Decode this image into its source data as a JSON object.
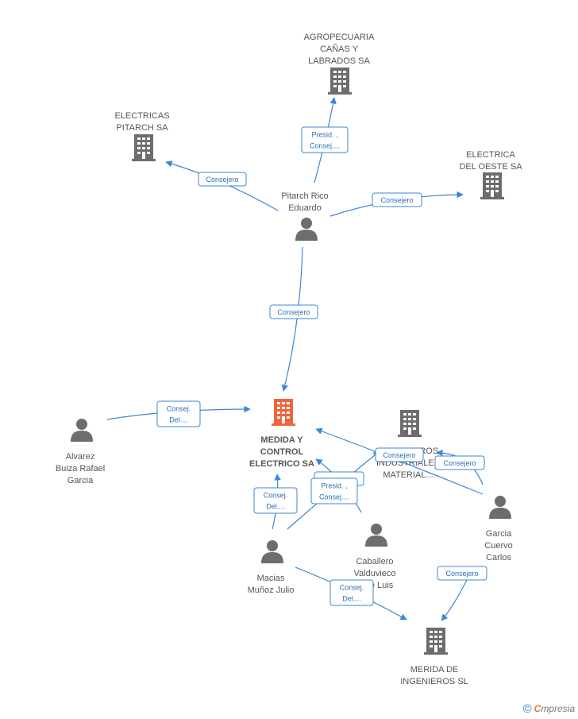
{
  "colors": {
    "edge": "#3b87d6",
    "company": "#6d6d6d",
    "person": "#6d6d6d",
    "main": "#f0643c"
  },
  "nodes": [
    {
      "id": "agro",
      "type": "company",
      "icon": "building-icon",
      "label": [
        "AGROPECUARIA",
        "CAÑAS Y",
        "LABRADOS SA"
      ]
    },
    {
      "id": "pitarch",
      "type": "company",
      "icon": "building-icon",
      "label": [
        "ELECTRICAS",
        "PITARCH SA"
      ]
    },
    {
      "id": "oeste",
      "type": "company",
      "icon": "building-icon",
      "label": [
        "ELECTRICA",
        "DEL OESTE SA"
      ]
    },
    {
      "id": "pitarch_rico",
      "type": "person",
      "icon": "person-icon",
      "label": [
        "Pitarch Rico",
        "Eduardo"
      ]
    },
    {
      "id": "medida",
      "type": "main",
      "icon": "building-icon",
      "label": [
        "MEDIDA Y",
        "CONTROL",
        "ELECTRICO SA"
      ]
    },
    {
      "id": "suministros",
      "type": "company",
      "icon": "building-icon",
      "label": [
        "SUMINISTROS",
        "INDUSTRIALES",
        "MATERIAL..."
      ]
    },
    {
      "id": "alvarez",
      "type": "person",
      "icon": "person-icon",
      "label": [
        "Alvarez",
        "Buiza Rafael",
        "Garcia"
      ]
    },
    {
      "id": "garcia",
      "type": "person",
      "icon": "person-icon",
      "label": [
        "Garcia",
        "Cuervo",
        "Carlos"
      ]
    },
    {
      "id": "caballero",
      "type": "person",
      "icon": "person-icon",
      "label": [
        "Caballero",
        "Valduvieco",
        "Jose Luis"
      ]
    },
    {
      "id": "macias",
      "type": "person",
      "icon": "person-icon",
      "label": [
        "Macias",
        "Muñoz Julio"
      ]
    },
    {
      "id": "merida",
      "type": "company",
      "icon": "building-icon",
      "label": [
        "MERIDA DE",
        "INGENIEROS SL"
      ]
    }
  ],
  "edges": [
    {
      "id": "e1",
      "from": "pitarch_rico",
      "to": "agro",
      "label": [
        "Presid. ,",
        "Consej...."
      ]
    },
    {
      "id": "e2",
      "from": "pitarch_rico",
      "to": "pitarch",
      "label": [
        "Consejero"
      ]
    },
    {
      "id": "e3",
      "from": "pitarch_rico",
      "to": "oeste",
      "label": [
        "Consejero"
      ]
    },
    {
      "id": "e4",
      "from": "pitarch_rico",
      "to": "medida",
      "label": [
        "Consejero"
      ]
    },
    {
      "id": "e5",
      "from": "alvarez",
      "to": "medida",
      "label": [
        "Consej.",
        "Del...."
      ]
    },
    {
      "id": "e6",
      "from": "garcia",
      "to": "medida",
      "label": [
        "Consejero"
      ]
    },
    {
      "id": "e7",
      "from": "garcia",
      "to": "suministros",
      "label": [
        "Consejero"
      ]
    },
    {
      "id": "e8",
      "from": "caballero",
      "to": "medida",
      "label": [
        ""
      ]
    },
    {
      "id": "e9",
      "from": "macias",
      "to": "medida",
      "label": [
        "Consej.",
        "Del...."
      ]
    },
    {
      "id": "e10",
      "from": "macias",
      "to": "suministros",
      "label": [
        "Presid. ,",
        "Consej...."
      ]
    },
    {
      "id": "e11",
      "from": "macias",
      "to": "merida",
      "label": [
        "Consej.",
        "Del...."
      ]
    },
    {
      "id": "e12",
      "from": "garcia",
      "to": "merida",
      "label": [
        "Consejero"
      ]
    }
  ],
  "footer": {
    "copyright": "©",
    "brand_first": "C",
    "brand_rest": "mpresia"
  }
}
